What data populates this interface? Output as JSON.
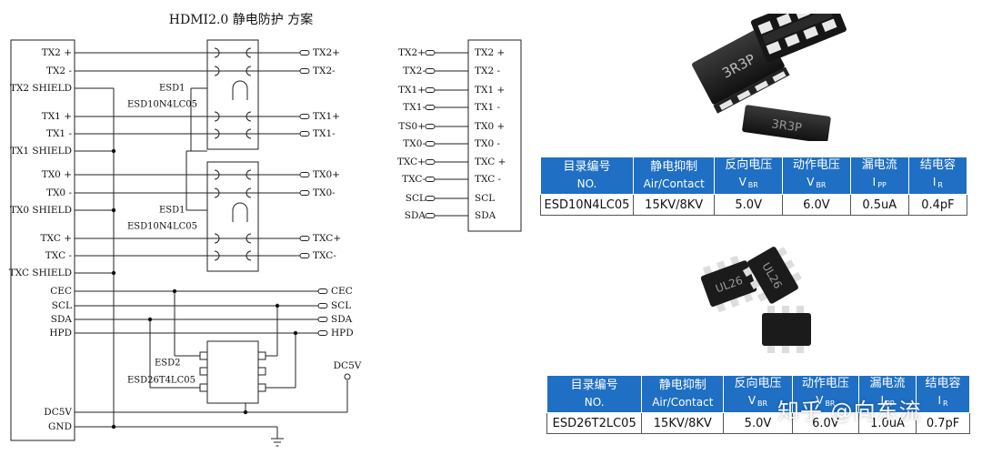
{
  "diagram": {
    "title": "HDMI2.0 静电防护 方案",
    "left_pins": [
      "TX2 +",
      "TX2 -",
      "TX2 SHIELD",
      "TX1 +",
      "TX1 -",
      "TX1 SHIELD",
      "TX0 +",
      "TX0 -",
      "TX0 SHIELD",
      "TXC +",
      "TXC -",
      "TXC SHIELD",
      "CEC",
      "SCL",
      "SDA",
      "HPD",
      "DC5V",
      "GND"
    ],
    "right_outputs": [
      "TX2+",
      "TX2-",
      "TX1+",
      "TX1-",
      "TX0+",
      "TX0-",
      "TXC+",
      "TXC-",
      "CEC",
      "SCL",
      "SDA",
      "HPD"
    ],
    "esd1_label": "ESD1",
    "esd1_part": "ESD10N4LC05",
    "esd2_label": "ESD2",
    "esd2_part": "ESD26T4LC05",
    "dc5v_label": "DC5V",
    "connector_left_pins": [
      "TX2+",
      "TX2-",
      "TX1+",
      "TX1-",
      "TS0+",
      "TX0-",
      "TXC+",
      "TXC-",
      "SCL",
      "SDA"
    ],
    "connector_right_pins": [
      "TX2 +",
      "TX2 -",
      "TX1 +",
      "TX1 -",
      "TX0 +",
      "TX0 -",
      "TXC +",
      "TXC -",
      "SCL",
      "SDA"
    ]
  },
  "chips": {
    "top_marking": "3R3P",
    "bottom_marking": "UL26"
  },
  "tables": {
    "header_cn": [
      "目录编号",
      "静电抑制",
      "反向电压",
      "动作电压",
      "漏电流",
      "结电容"
    ],
    "header_en": [
      "NO.",
      "Air/Contact",
      "V",
      "V",
      "I",
      "I"
    ],
    "header_sub": [
      "",
      "",
      "BR",
      "BR",
      "PP",
      "R"
    ],
    "rows": [
      [
        "ESD10N4LC05",
        "15KV/8KV",
        "5.0V",
        "6.0V",
        "0.5uA",
        "0.4pF"
      ],
      [
        "ESD26T2LC05",
        "15KV/8KV",
        "5.0V",
        "6.0V",
        "1.0uA",
        "0.7pF"
      ]
    ]
  },
  "watermark": "知乎 @向东流",
  "colors": {
    "table_header": "#1f6fc4",
    "chip_body": "#1a1a1a",
    "pad": "#e8e8e8"
  }
}
